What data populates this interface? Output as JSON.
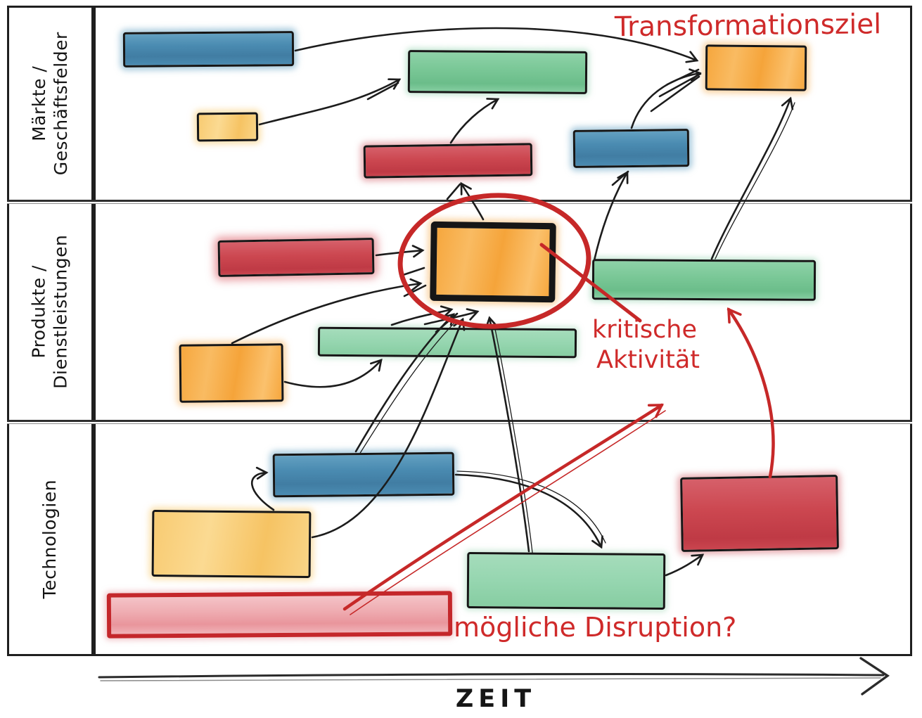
{
  "diagram": {
    "title_annotation": "Transformationsziel",
    "lanes": [
      {
        "id": "maerkte-geschaeftsfelder",
        "label_line1": "Märkte /",
        "label_line2": "Geschäftsfelder"
      },
      {
        "id": "produkte-dienstleistungen",
        "label_line1": "Produkte /",
        "label_line2": "Dienstleistungen"
      },
      {
        "id": "technologien",
        "label_line1": "Technologien",
        "label_line2": ""
      }
    ],
    "annotations": {
      "transformation_goal": "Transformationsziel",
      "critical_activity_line1": "kritische",
      "critical_activity_line2": "Aktivität",
      "possible_disruption": "mögliche Disruption?"
    },
    "time_axis": {
      "label": "ZEIT"
    },
    "palette": {
      "ink": "#1c1c1c",
      "annotation_red": "#cf2a2a",
      "box_blue": "#4a8bb1",
      "box_green": "#79c796",
      "box_green_light": "#96d6b0",
      "box_red": "#cc4750",
      "box_orange": "#f6a73e",
      "box_yellow": "#f8cb72",
      "disruption_bar_fill": "#efadb2",
      "disruption_bar_border": "#c4272b"
    },
    "nodes": [
      {
        "name": "markets-blue-bar-1",
        "lane": 0,
        "color": "blue"
      },
      {
        "name": "markets-yellow-small",
        "lane": 0,
        "color": "yellow"
      },
      {
        "name": "markets-green-bar",
        "lane": 0,
        "color": "green"
      },
      {
        "name": "markets-red-bar",
        "lane": 0,
        "color": "red"
      },
      {
        "name": "markets-blue-bar-2",
        "lane": 0,
        "color": "blue"
      },
      {
        "name": "transformation-goal-box",
        "lane": 0,
        "color": "orange"
      },
      {
        "name": "products-red-bar",
        "lane": 1,
        "color": "red"
      },
      {
        "name": "critical-activity-box",
        "lane": 1,
        "color": "orange",
        "highlight": "red-circle"
      },
      {
        "name": "products-green-bar-right",
        "lane": 1,
        "color": "green"
      },
      {
        "name": "products-orange-box",
        "lane": 1,
        "color": "orange"
      },
      {
        "name": "products-green-bar-center",
        "lane": 1,
        "color": "green_light"
      },
      {
        "name": "tech-blue-bar",
        "lane": 2,
        "color": "blue"
      },
      {
        "name": "tech-yellow-box",
        "lane": 2,
        "color": "yellow"
      },
      {
        "name": "tech-disruption-bar",
        "lane": 2,
        "color": "disruption_red_outline"
      },
      {
        "name": "tech-green-box",
        "lane": 2,
        "color": "green_light"
      },
      {
        "name": "tech-red-box",
        "lane": 2,
        "color": "red"
      }
    ]
  }
}
